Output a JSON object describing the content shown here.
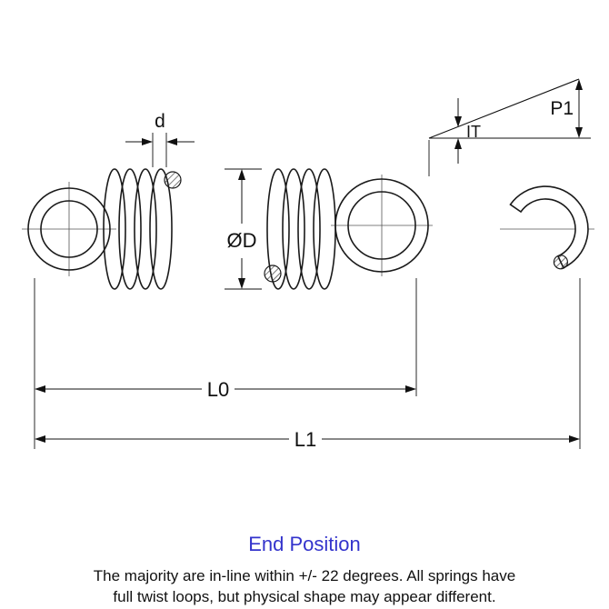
{
  "diagram": {
    "labels": {
      "wire_diameter": "d",
      "load_p1": "P1",
      "initial_tension": "IT",
      "outer_diameter": "ØD",
      "body_length": "L0",
      "overall_length": "L1"
    }
  },
  "footer": {
    "end_position_title": "End Position",
    "note_line1": "The majority are in-line within +/- 22 degrees. All springs have",
    "note_line2": "full twist loops, but physical shape may appear different."
  },
  "colors": {
    "accent_blue": "#3333CC",
    "line_color": "#1A1A1A"
  }
}
